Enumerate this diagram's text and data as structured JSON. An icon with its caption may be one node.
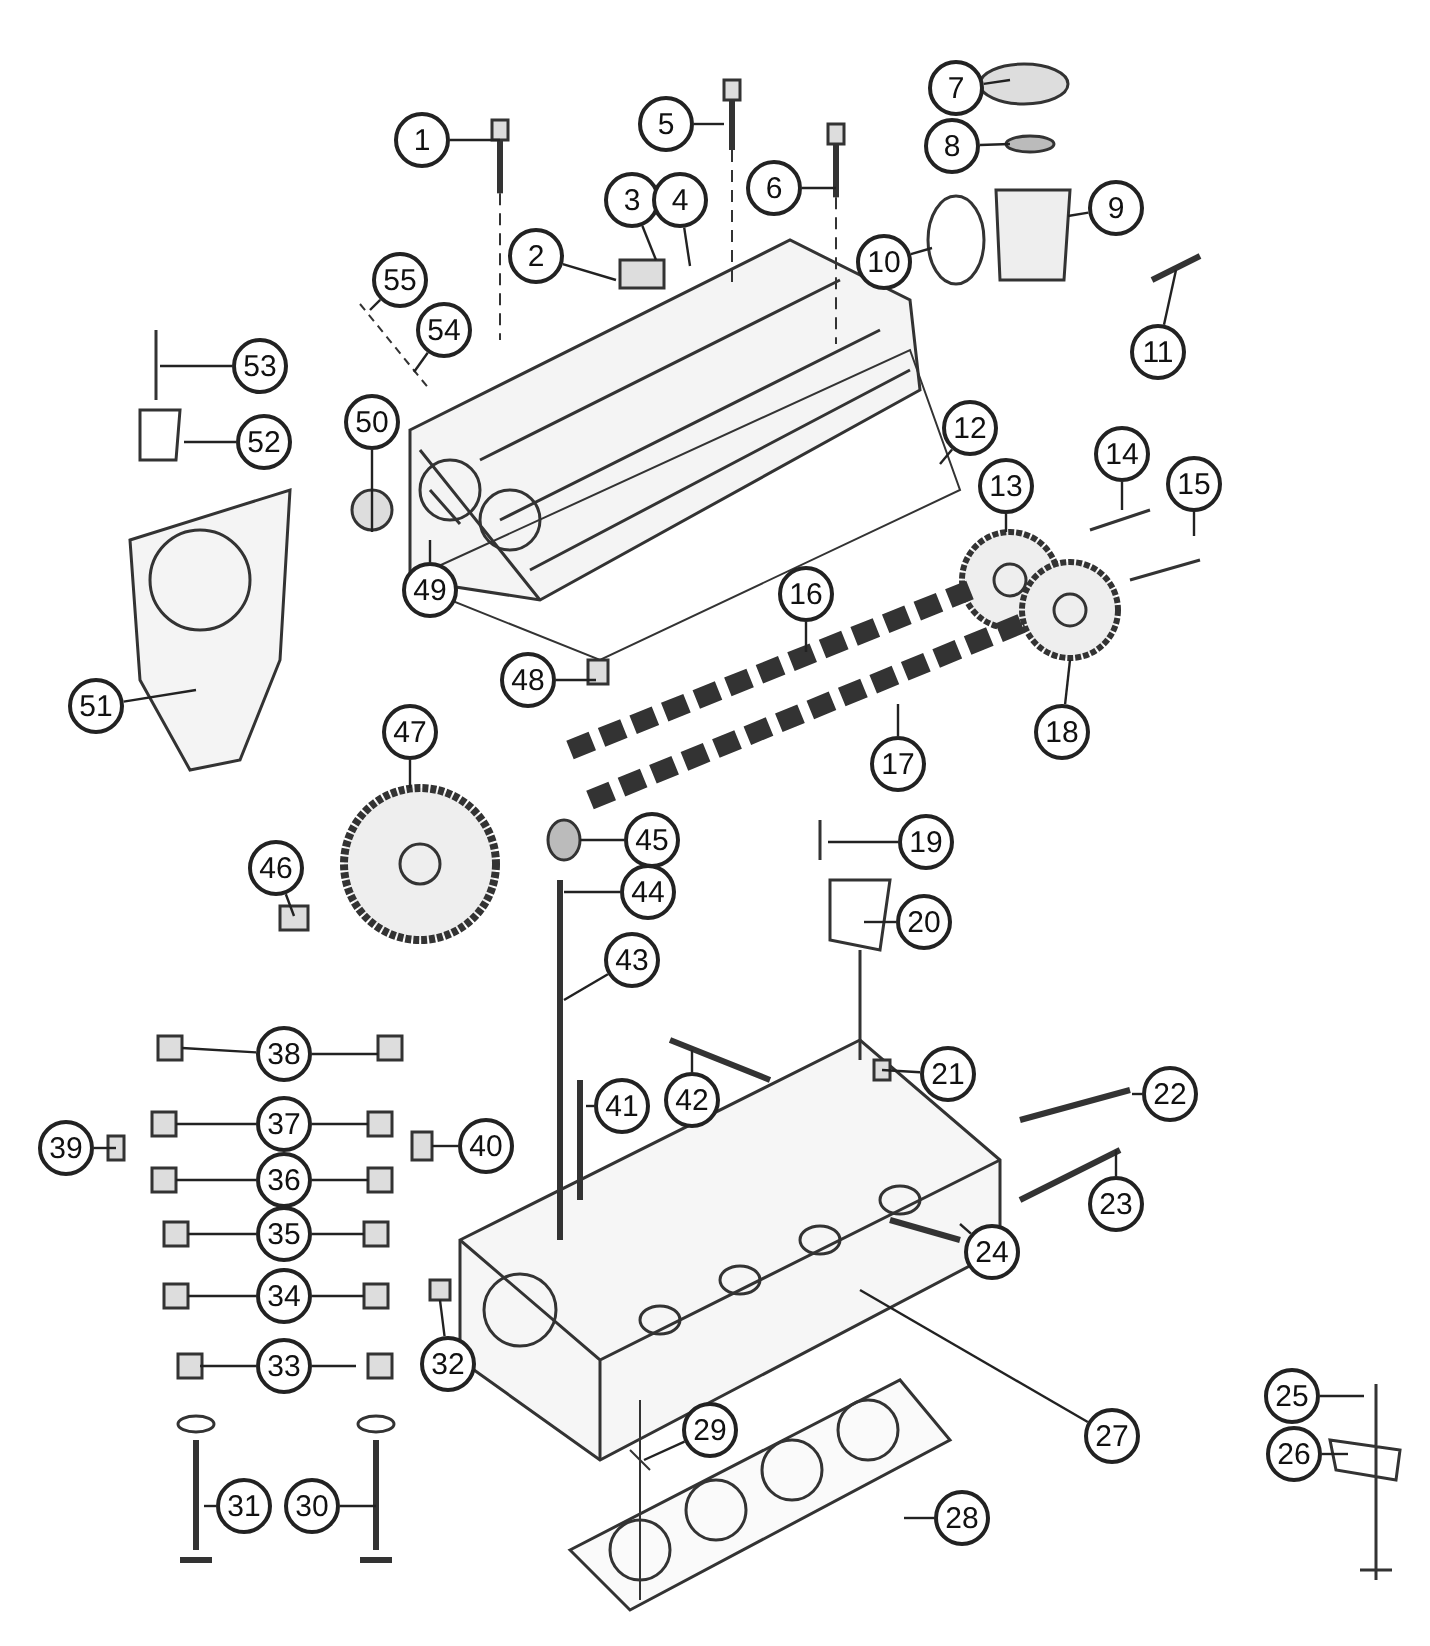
{
  "diagram": {
    "nodes": [
      {
        "text": [
          "1"
        ]
      },
      {
        "text": [
          "2"
        ]
      },
      {
        "text": [
          "3"
        ]
      },
      {
        "text": [
          "4"
        ]
      },
      {
        "text": [
          "5"
        ]
      },
      {
        "text": [
          "6"
        ]
      },
      {
        "text": [
          "7"
        ]
      },
      {
        "text": [
          "8"
        ]
      },
      {
        "text": [
          "9"
        ]
      },
      {
        "text": [
          "10"
        ]
      },
      {
        "text": [
          "11"
        ]
      },
      {
        "text": [
          "12"
        ]
      },
      {
        "text": [
          "13"
        ]
      },
      {
        "text": [
          "14"
        ]
      },
      {
        "text": [
          "15"
        ]
      },
      {
        "text": [
          "16"
        ]
      },
      {
        "text": [
          "17"
        ]
      },
      {
        "text": [
          "18"
        ]
      },
      {
        "text": [
          "19"
        ]
      },
      {
        "text": [
          "20"
        ]
      },
      {
        "text": [
          "21"
        ]
      },
      {
        "text": [
          "22"
        ]
      },
      {
        "text": [
          "23"
        ]
      },
      {
        "text": [
          "24"
        ]
      },
      {
        "text": [
          "25"
        ]
      },
      {
        "text": [
          "26"
        ]
      },
      {
        "text": [
          "27"
        ]
      },
      {
        "text": [
          "28"
        ]
      },
      {
        "text": [
          "29"
        ]
      },
      {
        "text": [
          "30"
        ]
      },
      {
        "text": [
          "31"
        ]
      },
      {
        "text": [
          "32"
        ]
      },
      {
        "text": [
          "33"
        ]
      },
      {
        "text": [
          "34"
        ]
      },
      {
        "text": [
          "35"
        ]
      },
      {
        "text": [
          "36"
        ]
      },
      {
        "text": [
          "37"
        ]
      },
      {
        "text": [
          "38"
        ]
      },
      {
        "text": [
          "39"
        ]
      },
      {
        "text": [
          "40"
        ]
      },
      {
        "text": [
          "41"
        ]
      },
      {
        "text": [
          "42"
        ]
      },
      {
        "text": [
          "43"
        ]
      },
      {
        "text": [
          "44"
        ]
      },
      {
        "text": [
          "45"
        ]
      },
      {
        "text": [
          "46"
        ]
      },
      {
        "text": [
          "47"
        ]
      },
      {
        "text": [
          "48"
        ]
      },
      {
        "text": [
          "49"
        ]
      },
      {
        "text": [
          "50"
        ]
      },
      {
        "text": [
          "51"
        ]
      },
      {
        "text": [
          "52"
        ]
      },
      {
        "text": [
          "53"
        ]
      },
      {
        "text": [
          "54"
        ]
      },
      {
        "text": [
          "55"
        ]
      }
    ],
    "edges": [
      {
        "from": 0,
        "to": null,
        "arrow": "none"
      },
      {
        "from": 1,
        "to": null,
        "arrow": "none"
      },
      {
        "from": 2,
        "to": null,
        "arrow": "none"
      },
      {
        "from": 3,
        "to": null,
        "arrow": "none"
      },
      {
        "from": 4,
        "to": null,
        "arrow": "none"
      },
      {
        "from": 5,
        "to": null,
        "arrow": "none"
      },
      {
        "from": 6,
        "to": null,
        "arrow": "none"
      },
      {
        "from": 7,
        "to": null,
        "arrow": "none"
      },
      {
        "from": 8,
        "to": null,
        "arrow": "none"
      },
      {
        "from": 9,
        "to": null,
        "arrow": "none"
      },
      {
        "from": 10,
        "to": null,
        "arrow": "none"
      },
      {
        "from": 11,
        "to": null,
        "arrow": "none"
      },
      {
        "from": 12,
        "to": null,
        "arrow": "none"
      },
      {
        "from": 13,
        "to": null,
        "arrow": "none"
      },
      {
        "from": 14,
        "to": null,
        "arrow": "none"
      },
      {
        "from": 15,
        "to": null,
        "arrow": "none"
      },
      {
        "from": 16,
        "to": null,
        "arrow": "none"
      },
      {
        "from": 17,
        "to": null,
        "arrow": "none"
      },
      {
        "from": 18,
        "to": null,
        "arrow": "none"
      },
      {
        "from": 19,
        "to": null,
        "arrow": "none"
      },
      {
        "from": 20,
        "to": null,
        "arrow": "none"
      },
      {
        "from": 21,
        "to": null,
        "arrow": "none"
      },
      {
        "from": 22,
        "to": null,
        "arrow": "none"
      },
      {
        "from": 23,
        "to": null,
        "arrow": "none"
      },
      {
        "from": 24,
        "to": null,
        "arrow": "none"
      },
      {
        "from": 25,
        "to": null,
        "arrow": "none"
      },
      {
        "from": 26,
        "to": null,
        "arrow": "none"
      },
      {
        "from": 27,
        "to": null,
        "arrow": "none"
      },
      {
        "from": 28,
        "to": null,
        "arrow": "none"
      },
      {
        "from": 29,
        "to": null,
        "arrow": "none"
      },
      {
        "from": 30,
        "to": null,
        "arrow": "none"
      },
      {
        "from": 31,
        "to": null,
        "arrow": "none"
      },
      {
        "from": 32,
        "to": null,
        "arrow": "none"
      },
      {
        "from": 32,
        "to": null,
        "arrow": "none"
      },
      {
        "from": 33,
        "to": null,
        "arrow": "none"
      },
      {
        "from": 33,
        "to": null,
        "arrow": "none"
      },
      {
        "from": 34,
        "to": null,
        "arrow": "none"
      },
      {
        "from": 34,
        "to": null,
        "arrow": "none"
      },
      {
        "from": 35,
        "to": null,
        "arrow": "none"
      },
      {
        "from": 35,
        "to": null,
        "arrow": "none"
      },
      {
        "from": 36,
        "to": null,
        "arrow": "none"
      },
      {
        "from": 36,
        "to": null,
        "arrow": "none"
      },
      {
        "from": 37,
        "to": null,
        "arrow": "none"
      },
      {
        "from": 37,
        "to": null,
        "arrow": "none"
      },
      {
        "from": 38,
        "to": null,
        "arrow": "none"
      },
      {
        "from": 39,
        "to": null,
        "arrow": "none"
      },
      {
        "from": 40,
        "to": null,
        "arrow": "none"
      },
      {
        "from": 41,
        "to": null,
        "arrow": "none"
      },
      {
        "from": 42,
        "to": null,
        "arrow": "none"
      },
      {
        "from": 43,
        "to": null,
        "arrow": "none"
      },
      {
        "from": 44,
        "to": null,
        "arrow": "none"
      },
      {
        "from": 45,
        "to": null,
        "arrow": "none"
      },
      {
        "from": 46,
        "to": null,
        "arrow": "none"
      },
      {
        "from": 47,
        "to": null,
        "arrow": "none"
      },
      {
        "from": 48,
        "to": null,
        "arrow": "none"
      },
      {
        "from": 49,
        "to": null,
        "arrow": "none"
      },
      {
        "from": 50,
        "to": null,
        "arrow": "none"
      },
      {
        "from": 51,
        "to": null,
        "arrow": "none"
      },
      {
        "from": 52,
        "to": null,
        "arrow": "none"
      },
      {
        "from": 53,
        "to": null,
        "arrow": "none"
      },
      {
        "from": 54,
        "to": null,
        "arrow": "none"
      }
    ]
  }
}
